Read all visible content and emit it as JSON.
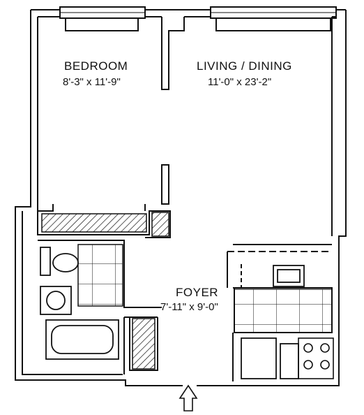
{
  "plan": {
    "rooms": [
      {
        "name": "BEDROOM",
        "dimensions": "8'-3\" x 11'-9\""
      },
      {
        "name": "LIVING / DINING",
        "dimensions": "11'-0\" x 23'-2\""
      },
      {
        "name": "FOYER",
        "dimensions": "7'-11\" x 9'-0\""
      }
    ],
    "entrance": "entry-arrow-icon",
    "colors": {
      "line": "#111111",
      "background": "#ffffff"
    }
  }
}
